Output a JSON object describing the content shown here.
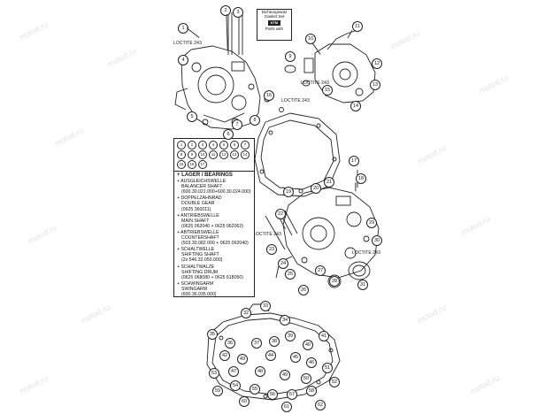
{
  "watermark": "motod.ru",
  "kit": {
    "line1": "Dichtungssatz",
    "line2": "Gasket Set",
    "logo": "KTM",
    "line3": "Parts with"
  },
  "loctite": [
    {
      "id": "l1",
      "text": "LOCTITE 243"
    },
    {
      "id": "l2",
      "text": "LOCTITE 243"
    },
    {
      "id": "l3",
      "text": "LOCTITE 243"
    },
    {
      "id": "l4",
      "text": "LOCTITE 243"
    },
    {
      "id": "l5",
      "text": "LOCTITE 243"
    }
  ],
  "bearings": {
    "chips": [
      "1",
      "2",
      "3",
      "4",
      "5",
      "6",
      "7",
      "8",
      "9",
      "10",
      "11",
      "12",
      "13",
      "14",
      "15",
      "16",
      "17"
    ],
    "title": "+ LAGER / BEARINGS",
    "items": [
      {
        "de": "+ AUSGLEICHSWELLE",
        "en": "BALANCER SHAFT",
        "pn": "(600.30.021.000+600.30.024.000)"
      },
      {
        "de": "+ DOPPELZAHNRAD",
        "en": "DOUBLE GEAR",
        "pn": "(0625 360011)"
      },
      {
        "de": "+ ANTRIEBSWELLE",
        "en": "MAIN SHAFT",
        "pn": "(0625 062040 + 0625 062062)"
      },
      {
        "de": "+ ABTRIEBSWELLE",
        "en": "COUNTERSHAFT",
        "pn": "(503.30.082.000 + 0625 062040)"
      },
      {
        "de": "+ SCHALTWELLE",
        "en": "SHIFTING SHAFT",
        "pn": "(2x 546.32.050.000)"
      },
      {
        "de": "+ SCHALTWALZE",
        "en": "SHIFTING DRUM",
        "pn": "(0625 068080 + 0625 618050)"
      },
      {
        "de": "+ SCHWINGARM",
        "en": "SWINGARM",
        "pn": "(600.36.035.000)"
      }
    ]
  },
  "callouts": [
    {
      "id": "c01",
      "n": "1"
    },
    {
      "id": "c02",
      "n": "2"
    },
    {
      "id": "c03",
      "n": "3"
    },
    {
      "id": "c04",
      "n": "4"
    },
    {
      "id": "c05",
      "n": "5"
    },
    {
      "id": "c06",
      "n": "6"
    },
    {
      "id": "c07",
      "n": "7"
    },
    {
      "id": "c08",
      "n": "8"
    },
    {
      "id": "c09",
      "n": "9"
    },
    {
      "id": "c10",
      "n": "10"
    },
    {
      "id": "c11",
      "n": "11"
    },
    {
      "id": "c12",
      "n": "12"
    },
    {
      "id": "c13",
      "n": "13"
    },
    {
      "id": "c14",
      "n": "14"
    },
    {
      "id": "c15",
      "n": "15"
    },
    {
      "id": "c16",
      "n": "16"
    },
    {
      "id": "c17",
      "n": "17"
    },
    {
      "id": "c18",
      "n": "18"
    },
    {
      "id": "c19",
      "n": "19"
    },
    {
      "id": "c20",
      "n": "20"
    },
    {
      "id": "c21",
      "n": "21"
    },
    {
      "id": "c22",
      "n": "22"
    },
    {
      "id": "c23",
      "n": "23"
    },
    {
      "id": "c24",
      "n": "24"
    },
    {
      "id": "c25",
      "n": "25"
    },
    {
      "id": "c26",
      "n": "26"
    },
    {
      "id": "c27",
      "n": "27"
    },
    {
      "id": "c28",
      "n": "28"
    },
    {
      "id": "c29",
      "n": "29"
    },
    {
      "id": "c30",
      "n": "30"
    },
    {
      "id": "c31",
      "n": "31"
    },
    {
      "id": "c32",
      "n": "32"
    },
    {
      "id": "c33",
      "n": "33"
    },
    {
      "id": "c34",
      "n": "34"
    },
    {
      "id": "c35",
      "n": "35"
    },
    {
      "id": "c36",
      "n": "36"
    },
    {
      "id": "c37",
      "n": "37"
    },
    {
      "id": "c38",
      "n": "38"
    },
    {
      "id": "c39",
      "n": "39"
    },
    {
      "id": "c40",
      "n": "40"
    },
    {
      "id": "c41",
      "n": "41"
    },
    {
      "id": "c42",
      "n": "42"
    },
    {
      "id": "c43",
      "n": "43"
    },
    {
      "id": "c44",
      "n": "44"
    },
    {
      "id": "c45",
      "n": "45"
    },
    {
      "id": "c46",
      "n": "46"
    },
    {
      "id": "c47",
      "n": "47"
    },
    {
      "id": "c48",
      "n": "48"
    },
    {
      "id": "c49",
      "n": "49"
    },
    {
      "id": "c50",
      "n": "50"
    },
    {
      "id": "c51",
      "n": "51"
    },
    {
      "id": "c52",
      "n": "52"
    },
    {
      "id": "c53",
      "n": "53"
    },
    {
      "id": "c54",
      "n": "54"
    },
    {
      "id": "c55",
      "n": "55"
    },
    {
      "id": "c56",
      "n": "56"
    },
    {
      "id": "c57",
      "n": "57"
    },
    {
      "id": "c58",
      "n": "58"
    },
    {
      "id": "c59",
      "n": "59"
    },
    {
      "id": "c60",
      "n": "60"
    },
    {
      "id": "c61",
      "n": "61"
    },
    {
      "id": "c62",
      "n": "62"
    }
  ]
}
